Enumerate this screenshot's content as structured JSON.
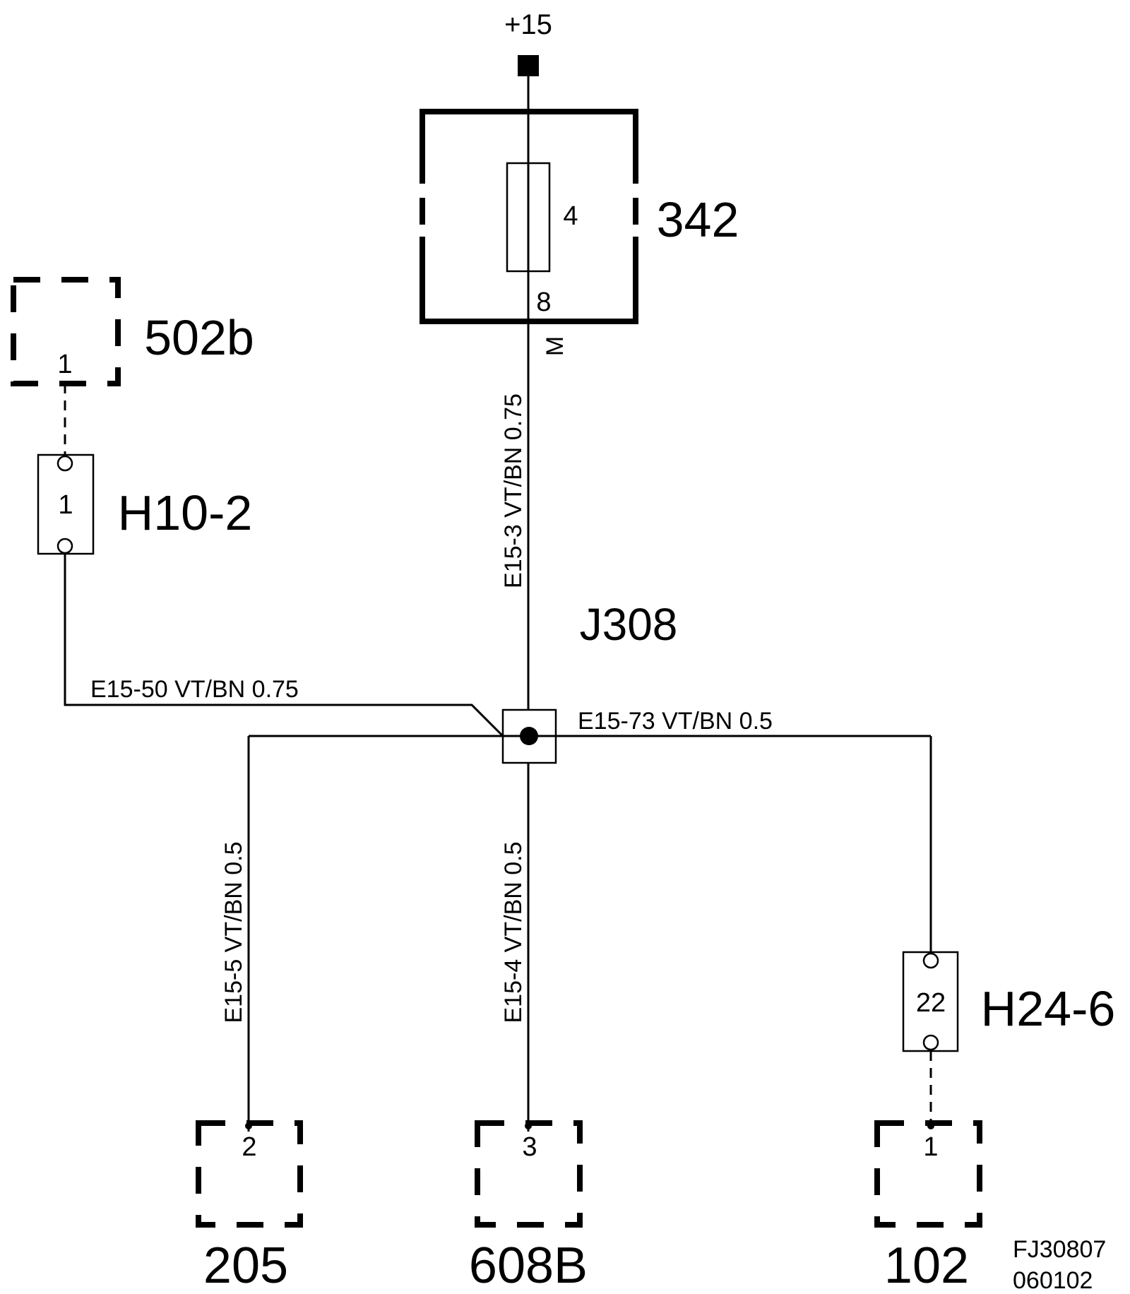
{
  "supply": {
    "label": "+15"
  },
  "component_342": {
    "label": "342",
    "fuse_number": "4",
    "pin": "8",
    "pin_letter": "M"
  },
  "wire_e15_3": {
    "text": "E15-3  VT/BN  0.75"
  },
  "junction": {
    "label": "J308"
  },
  "wire_e15_50": {
    "text": "E15-50  VT/BN  0.75"
  },
  "wire_e15_73": {
    "text": "E15-73  VT/BN    0.5"
  },
  "wire_e15_5": {
    "text": "E15-5  VT/BN  0.5"
  },
  "wire_e15_4": {
    "text": "E15-4  VT/BN  0.5"
  },
  "component_502b": {
    "label": "502b",
    "pin": "1"
  },
  "connector_h10_2": {
    "label": "H10-2",
    "pin": "1"
  },
  "connector_h24_6": {
    "label": "H24-6",
    "pin": "22"
  },
  "component_205": {
    "label": "205",
    "pin": "2"
  },
  "component_608b": {
    "label": "608B",
    "pin": "3"
  },
  "component_102": {
    "label": "102",
    "pin": "1"
  },
  "drawing_ref": {
    "line1": "FJ30807",
    "line2": "060102"
  }
}
